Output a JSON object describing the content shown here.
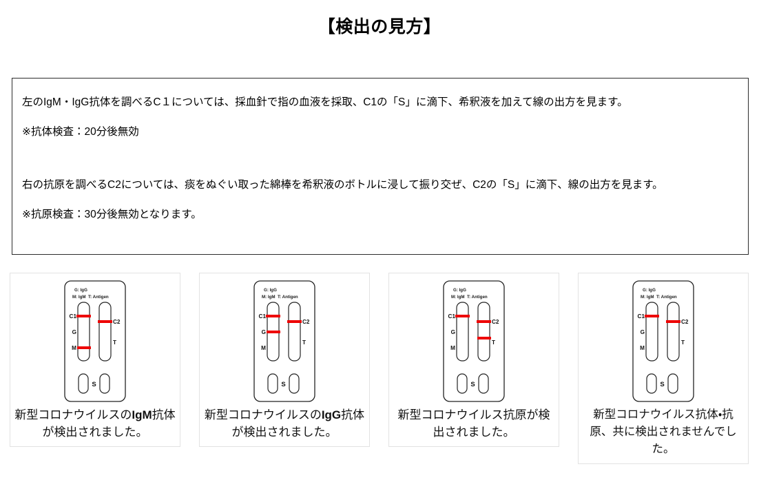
{
  "page": {
    "title": "【検出の見方】",
    "background_color": "#ffffff",
    "text_color": "#000000",
    "line_color": "#ee0000",
    "box_border_color": "#2b2b2b",
    "card_border_color": "#e2e2e2"
  },
  "description": {
    "paragraphs": [
      "左のIgM・IgG抗体を調べるC１については、採血針で指の血液を採取、C1の「S」に滴下、希釈液を加えて線の出方を見ます。",
      "※抗体検査：20分後無効",
      "右の抗原を調べるC2については、痰をぬぐい取った綿棒を希釈液のボトルに浸して振り交ぜ、C2の「S」に滴下、線の出方を見ます。",
      "※抗原検査：30分後無効となります。"
    ]
  },
  "cassette_legend": {
    "line1": "G: IgG",
    "line2_left": "M: IgM",
    "line2_right": "T: Antigen",
    "left_strip_labels": [
      "C1",
      "G",
      "M"
    ],
    "right_strip_labels": [
      "C2",
      "T"
    ],
    "sample_well_label": "S"
  },
  "cards": [
    {
      "id": "card-igm-positive",
      "caption": "新型コロナウイルスのIgM抗体が検出されました。",
      "caption_bold_part": "IgM",
      "lines": {
        "C1": true,
        "G": false,
        "M": true,
        "C2": true,
        "T": false
      }
    },
    {
      "id": "card-igg-positive",
      "caption": "新型コロナウイルスのIgG抗体が検出されました。",
      "caption_bold_part": "IgG",
      "lines": {
        "C1": true,
        "G": true,
        "M": false,
        "C2": true,
        "T": false
      }
    },
    {
      "id": "card-antigen-positive",
      "caption": "新型コロナウイルス抗原が検出されました。",
      "caption_bold_part": "",
      "lines": {
        "C1": true,
        "G": false,
        "M": false,
        "C2": true,
        "T": true
      }
    },
    {
      "id": "card-all-negative",
      "caption": "新型コロナウイルス抗体・抗原、共に検出されませんでした。",
      "caption_bold_part": "",
      "lines": {
        "C1": true,
        "G": false,
        "M": false,
        "C2": true,
        "T": false
      }
    }
  ]
}
